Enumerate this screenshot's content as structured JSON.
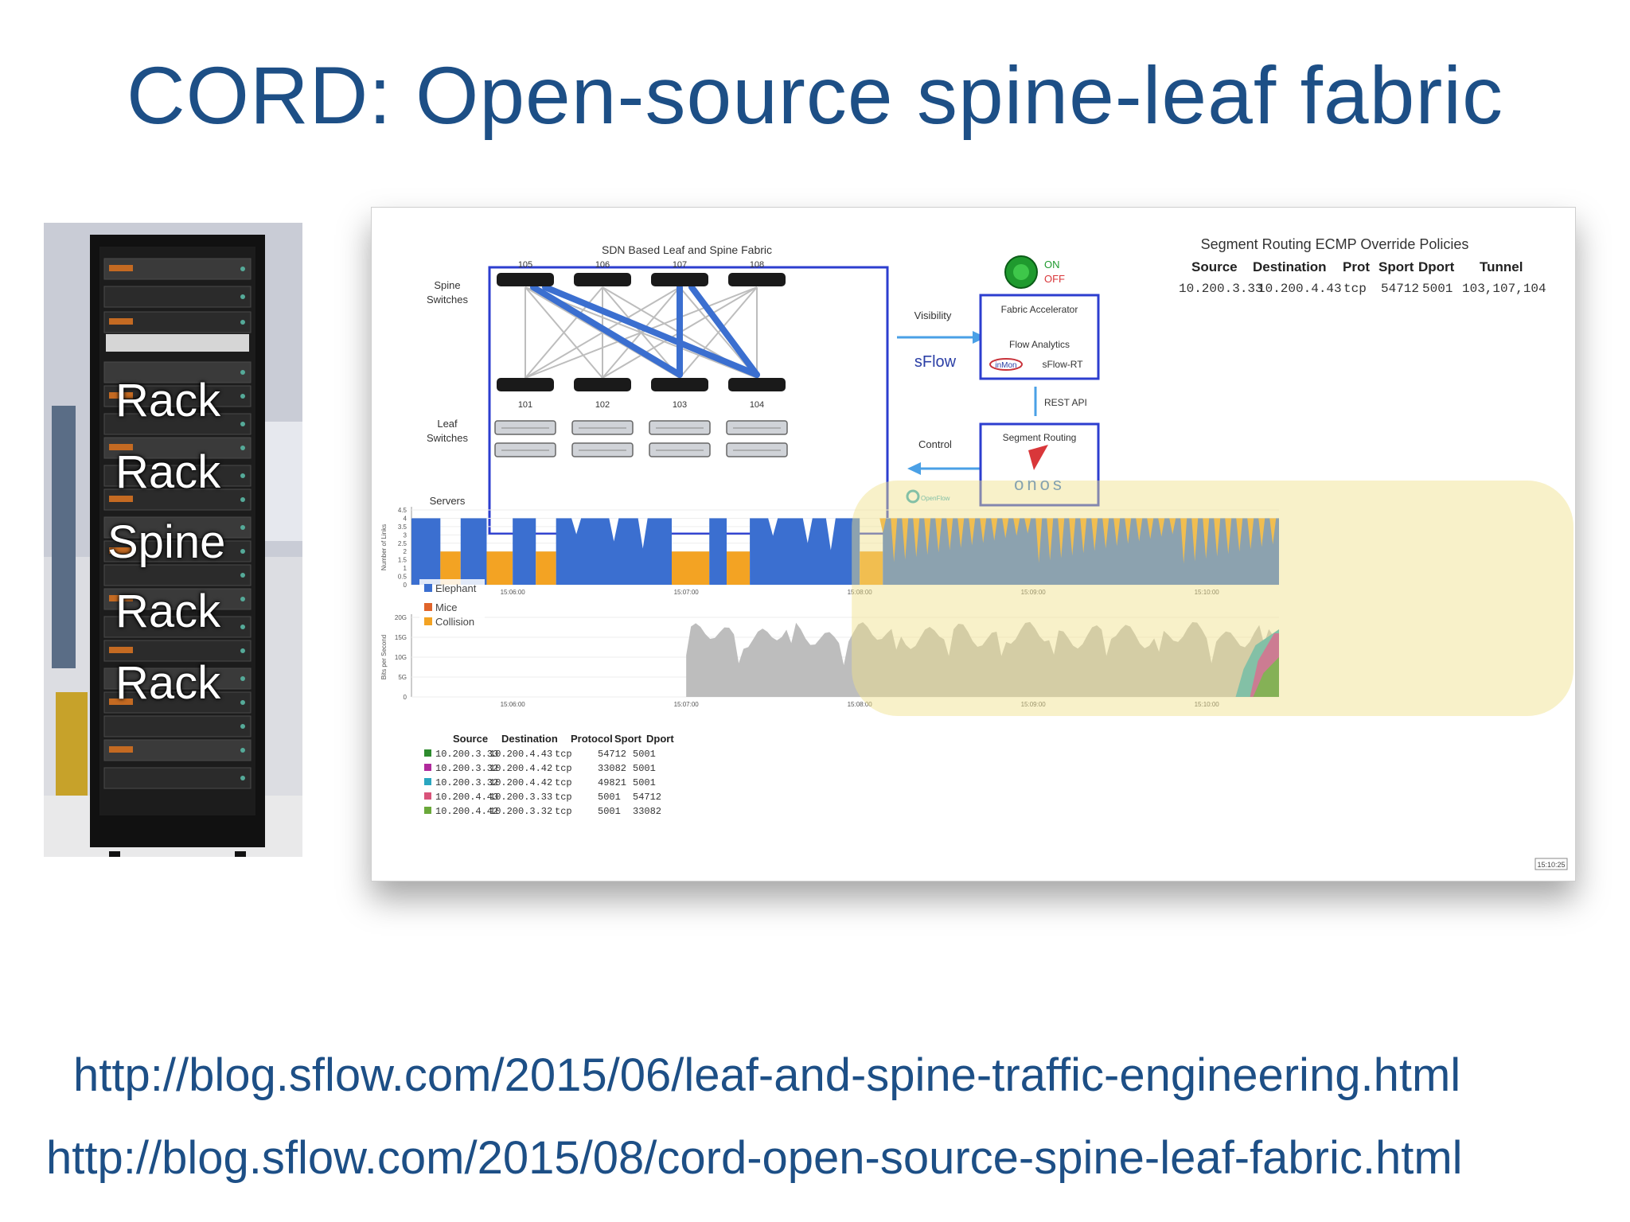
{
  "slide": {
    "title": "CORD: Open-source spine-leaf fabric",
    "urls": [
      "http://blog.sflow.com/2015/06/leaf-and-spine-traffic-engineering.html",
      "http://blog.sflow.com/2015/08/cord-open-source-spine-leaf-fabric.html"
    ]
  },
  "rack_photo": {
    "labels": [
      "Rack",
      "Rack",
      "Spine",
      "Rack",
      "Rack"
    ]
  },
  "fabric": {
    "title": "SDN Based Leaf and Spine Fabric",
    "spine_label": [
      "Spine",
      "Switches"
    ],
    "leaf_label": [
      "Leaf",
      "Switches"
    ],
    "servers_label": "Servers",
    "spine_ids": [
      "105",
      "106",
      "107",
      "108"
    ],
    "leaf_ids": [
      "101",
      "102",
      "103",
      "104"
    ],
    "visibility": "Visibility",
    "sflow_logo": "sFlow",
    "control": "Control",
    "openflow_logo": "OpenFlow",
    "rest_api": "REST API",
    "on": "ON",
    "off": "OFF",
    "accelerator": [
      "Fabric Accelerator",
      "Flow Analytics"
    ],
    "inmon_logo": "inMon",
    "sflow_rt": "sFlow-RT",
    "segment_routing": "Segment Routing",
    "onos_logo": "onos"
  },
  "policy_table": {
    "title": "Segment Routing ECMP Override Policies",
    "headers": [
      "Source",
      "Destination",
      "Prot",
      "Sport",
      "Dport",
      "Tunnel"
    ],
    "rows": [
      [
        "10.200.3.33",
        "10.200.4.43",
        "tcp",
        "54712",
        "5001",
        "103,107,104"
      ]
    ]
  },
  "flow_table": {
    "headers": [
      "Source",
      "Destination",
      "Protocol",
      "Sport",
      "Dport"
    ],
    "rows": [
      {
        "color": "#2e8b2e",
        "cells": [
          "10.200.3.33",
          "10.200.4.43",
          "tcp",
          "54712",
          "5001"
        ]
      },
      {
        "color": "#b02a9c",
        "cells": [
          "10.200.3.32",
          "10.200.4.42",
          "tcp",
          "33082",
          "5001"
        ]
      },
      {
        "color": "#2aa6c0",
        "cells": [
          "10.200.3.32",
          "10.200.4.42",
          "tcp",
          "49821",
          "5001"
        ]
      },
      {
        "color": "#d9537a",
        "cells": [
          "10.200.4.43",
          "10.200.3.33",
          "tcp",
          "5001",
          "54712"
        ]
      },
      {
        "color": "#6aa83a",
        "cells": [
          "10.200.4.42",
          "10.200.3.32",
          "tcp",
          "5001",
          "33082"
        ]
      }
    ]
  },
  "current_time": "15:10:25",
  "chart_data": [
    {
      "type": "area",
      "ylabel": "Number of Links",
      "yticks": [
        "0",
        "0.5",
        "1",
        "1.5",
        "2",
        "2.5",
        "3",
        "3.5",
        "4",
        "4.5"
      ],
      "xticks": [
        "15:06:00",
        "15:07:00",
        "15:08:00",
        "15:09:00",
        "15:10:00"
      ],
      "ylim": [
        0,
        4.5
      ],
      "legend": [
        "Elephant",
        "Mice",
        "Collision"
      ],
      "colors": {
        "Elephant": "#3b6fd0",
        "Mice": "#e0642a",
        "Collision": "#f3a323"
      },
      "segments": [
        {
          "t": [
            "15:05:25",
            "15:05:35"
          ],
          "value": 4,
          "series": "Elephant"
        },
        {
          "t": [
            "15:05:35",
            "15:05:42"
          ],
          "value": 2,
          "series": "Collision"
        },
        {
          "t": [
            "15:05:42",
            "15:05:51"
          ],
          "value": 4,
          "series": "Elephant"
        },
        {
          "t": [
            "15:05:51",
            "15:06:00"
          ],
          "value": 2,
          "series": "Collision"
        },
        {
          "t": [
            "15:06:00",
            "15:06:08"
          ],
          "value": 4,
          "series": "Elephant"
        },
        {
          "t": [
            "15:06:08",
            "15:06:15"
          ],
          "value": 2,
          "series": "Collision"
        },
        {
          "t": [
            "15:06:15",
            "15:06:55"
          ],
          "value": 4,
          "series": "Elephant"
        },
        {
          "t": [
            "15:06:55",
            "15:07:08"
          ],
          "value": 2,
          "series": "Collision"
        },
        {
          "t": [
            "15:07:08",
            "15:07:14"
          ],
          "value": 4,
          "series": "Elephant"
        },
        {
          "t": [
            "15:07:14",
            "15:07:22"
          ],
          "value": 2,
          "series": "Collision"
        },
        {
          "t": [
            "15:07:22",
            "15:08:00"
          ],
          "value": 4,
          "series": "Elephant"
        },
        {
          "t": [
            "15:08:00",
            "15:08:08"
          ],
          "value": 2,
          "series": "Collision"
        },
        {
          "t": [
            "15:08:08",
            "15:10:25"
          ],
          "value": 4,
          "series": "Elephant"
        }
      ]
    },
    {
      "type": "area",
      "ylabel": "Bits per Second",
      "yticks": [
        "0",
        "5G",
        "10G",
        "15G",
        "20G"
      ],
      "xticks": [
        "15:06:00",
        "15:07:00",
        "15:08:00",
        "15:09:00",
        "15:10:00"
      ],
      "ylim": [
        "0",
        "20G"
      ],
      "series": [
        {
          "name": "Total",
          "color": "#bdbdbd",
          "level": "17G",
          "t": [
            "15:07:00",
            "15:10:25"
          ]
        },
        {
          "name": "10.200.3.33 10.200.4.43",
          "color": "#2e8b2e",
          "t": [
            "15:10:10",
            "15:10:25"
          ]
        },
        {
          "name": "10.200.3.32 10.200.4.42",
          "color": "#b02a9c",
          "t": [
            "15:10:10",
            "15:10:25"
          ]
        },
        {
          "name": "10.200.3.32 10.200.4.42 49821",
          "color": "#2aa6c0",
          "t": [
            "15:10:10",
            "15:10:25"
          ]
        }
      ]
    }
  ]
}
